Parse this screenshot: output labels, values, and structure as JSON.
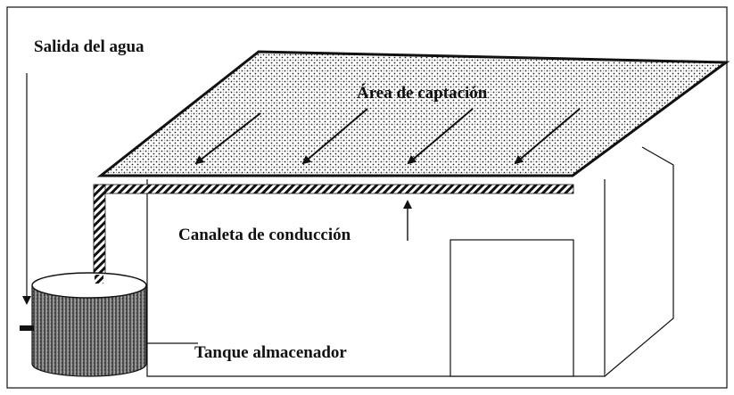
{
  "labels": {
    "water_outlet": "Salida del agua",
    "catchment_area": "Área de captación",
    "gutter": "Canaleta de conducción",
    "storage_tank": "Tanque almacenador"
  },
  "colors": {
    "ink": "#111111",
    "background": "#ffffff"
  }
}
